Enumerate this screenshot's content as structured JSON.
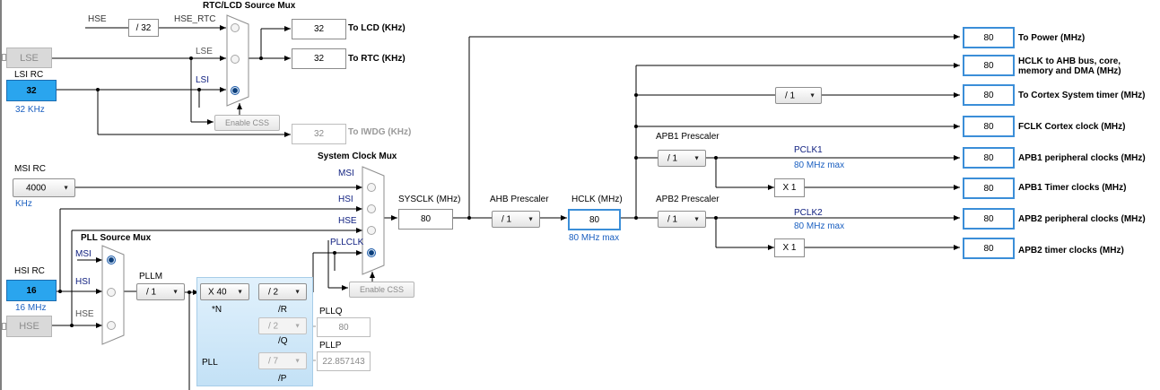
{
  "rtc_mux": {
    "title": "RTC/LCD Source Mux",
    "hse_label": "HSE",
    "hse_div": "/ 32",
    "hse_rtc_label": "HSE_RTC",
    "lse_label": "LSE",
    "lsi_label": "LSI",
    "to_lcd_value": "32",
    "to_lcd_label": "To LCD (KHz)",
    "to_rtc_value": "32",
    "to_rtc_label": "To RTC (KHz)",
    "enable_css": "Enable CSS",
    "to_iwdg_value": "32",
    "to_iwdg_label": "To IWDG (KHz)"
  },
  "sources": {
    "lse": "LSE",
    "lsi_rc_label": "LSI RC",
    "lsi_value": "32",
    "lsi_freq": "32 KHz",
    "msi_rc_label": "MSI RC",
    "msi_value": "4000",
    "msi_unit": "KHz",
    "hsi_rc_label": "HSI RC",
    "hsi_value": "16",
    "hsi_freq": "16 MHz",
    "hse": "HSE"
  },
  "system_mux": {
    "title": "System Clock Mux",
    "msi": "MSI",
    "hsi": "HSI",
    "hse": "HSE",
    "pllclk": "PLLCLK",
    "enable_css": "Enable CSS"
  },
  "pll_mux": {
    "title": "PLL Source Mux",
    "msi": "MSI",
    "hsi": "HSI",
    "hse": "HSE"
  },
  "pll": {
    "pllm_label": "PLLM",
    "pllm_value": "/ 1",
    "n_value": "X 40",
    "n_label": "*N",
    "r_value": "/ 2",
    "r_label": "/R",
    "q_value": "/ 2",
    "q_label": "/Q",
    "pllq_label": "PLLQ",
    "pllq_value": "80",
    "p_value": "/ 7",
    "p_label": "/P",
    "pllp_label": "PLLP",
    "pllp_value": "22.857143",
    "pll_label": "PLL"
  },
  "sysclk": {
    "label": "SYSCLK (MHz)",
    "value": "80",
    "ahb_label": "AHB Prescaler",
    "ahb_value": "/ 1",
    "hclk_label": "HCLK (MHz)",
    "hclk_value": "80",
    "hclk_max": "80 MHz max"
  },
  "apb": {
    "apb1_label": "APB1 Prescaler",
    "apb1_value": "/ 1",
    "pclk1": "PCLK1",
    "pclk1_max": "80 MHz max",
    "apb1_timer_mult": "X 1",
    "apb2_label": "APB2 Prescaler",
    "apb2_value": "/ 1",
    "pclk2": "PCLK2",
    "pclk2_max": "80 MHz max",
    "apb2_timer_mult": "X 1",
    "cortex_div": "/ 1"
  },
  "outputs": [
    {
      "value": "80",
      "label": "To Power (MHz)"
    },
    {
      "value": "80",
      "label": "HCLK to AHB bus, core,",
      "label2": "memory and DMA (MHz)"
    },
    {
      "value": "80",
      "label": "To Cortex System timer (MHz)"
    },
    {
      "value": "80",
      "label": "FCLK Cortex clock (MHz)"
    },
    {
      "value": "80",
      "label": "APB1 peripheral clocks (MHz)"
    },
    {
      "value": "80",
      "label": "APB1 Timer clocks (MHz)"
    },
    {
      "value": "80",
      "label": "APB2 peripheral clocks (MHz)"
    },
    {
      "value": "80",
      "label": "APB2 timer clocks (MHz)"
    }
  ],
  "colors": {
    "active_source": "#2aa5ee",
    "output_border": "#3b8ed8",
    "pll_panel": "#c3e1f6",
    "label_blue": "#1a5fc0"
  }
}
